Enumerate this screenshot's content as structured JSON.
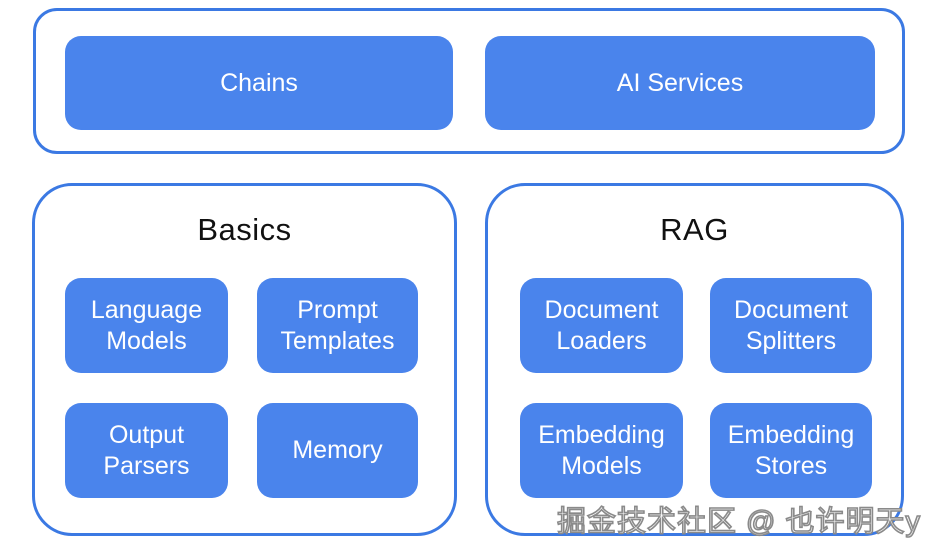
{
  "colors": {
    "node_fill": "#4a84ec",
    "group_border": "#3b79e3",
    "node_text": "#ffffff",
    "title_text": "#111111",
    "watermark_fill": "#ffffff",
    "watermark_outline": "#8a8a8a"
  },
  "top_group": {
    "items": [
      "Chains",
      "AI Services"
    ]
  },
  "groups": [
    {
      "title": "Basics",
      "items": [
        "Language Models",
        "Prompt Templates",
        "Output Parsers",
        "Memory"
      ]
    },
    {
      "title": "RAG",
      "items": [
        "Document Loaders",
        "Document Splitters",
        "Embedding Models",
        "Embedding Stores"
      ]
    }
  ],
  "watermark": {
    "text": "掘金技术社区 @ 也许明天y"
  }
}
